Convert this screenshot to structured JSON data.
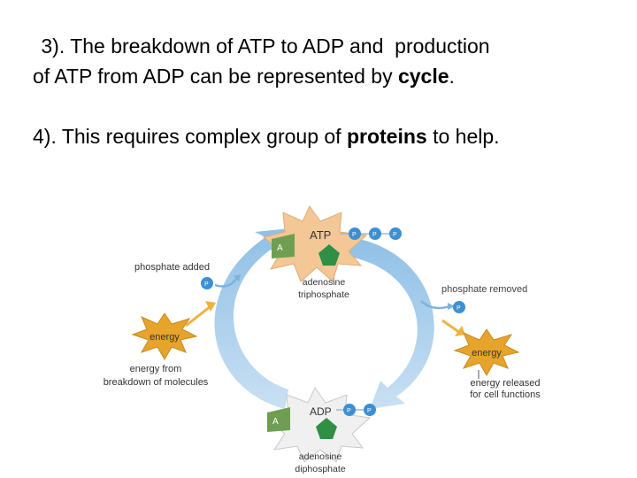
{
  "text": {
    "point3_line1": " 3). The breakdown of ATP to ADP and  production",
    "point3_line2_a": "of ATP from ADP can be represented by ",
    "point3_line2_bold": "cycle",
    "point3_line2_b": ".",
    "point4_a": "4). This requires complex group of ",
    "point4_bold": "proteins",
    "point4_b": " to help."
  },
  "diagram": {
    "atp_label": "ATP",
    "adp_label": "ADP",
    "adenine_label": "A",
    "phosphate_label": "P",
    "atp_name_line1": "adenosine",
    "atp_name_line2": "triphosphate",
    "adp_name_line1": "adenosine",
    "adp_name_line2": "diphosphate",
    "phosphate_added": "phosphate added",
    "phosphate_removed": "phosphate removed",
    "energy": "energy",
    "energy_from_line1": "energy from",
    "energy_from_line2": "breakdown of molecules",
    "energy_released_line1": "energy released",
    "energy_released_line2": "for cell functions",
    "colors": {
      "cycle_arrow": "#a9cdea",
      "molecule_star": "#f3c796",
      "adp_star": "#f0f0f0",
      "adenine": "#6f9e52",
      "ribose": "#2f8f45",
      "phosphate": "#3d8fd1",
      "energy_star": "#e7a42c",
      "energy_arrow": "#f0b23a"
    }
  }
}
